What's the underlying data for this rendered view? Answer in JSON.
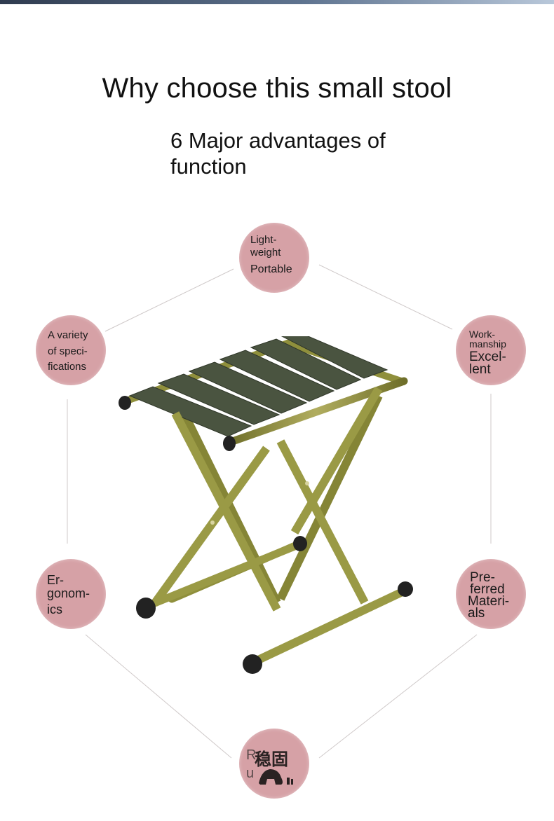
{
  "header": {
    "title": "Why choose this small stool",
    "subtitle_line1": "6 Major advantages of",
    "subtitle_line2": "function"
  },
  "advantages": {
    "top": {
      "line1": "Light-",
      "line2": "weight",
      "line3": "Portable"
    },
    "upper_left": {
      "line1": "A variety",
      "line2": "of speci-",
      "line3": "fications"
    },
    "upper_right": {
      "line1": "Work-",
      "line2": "manship",
      "line3": "Excel-",
      "line4": "lent"
    },
    "lower_left": {
      "line1": "Er-",
      "line2": "gonom-",
      "line3": "ics"
    },
    "lower_right": {
      "line1": "Pre-",
      "line2": "ferred",
      "line3": "Materi-",
      "line4": "als"
    },
    "bottom": {
      "overlay": "稳固",
      "line1": "R",
      "line2": "u"
    }
  },
  "colors": {
    "bubble": "#d6a1a6",
    "connector": "#c9c4c4",
    "frame": "#8f8f3c",
    "seat_strap": "#4a5440",
    "foot_cap": "#222222"
  }
}
